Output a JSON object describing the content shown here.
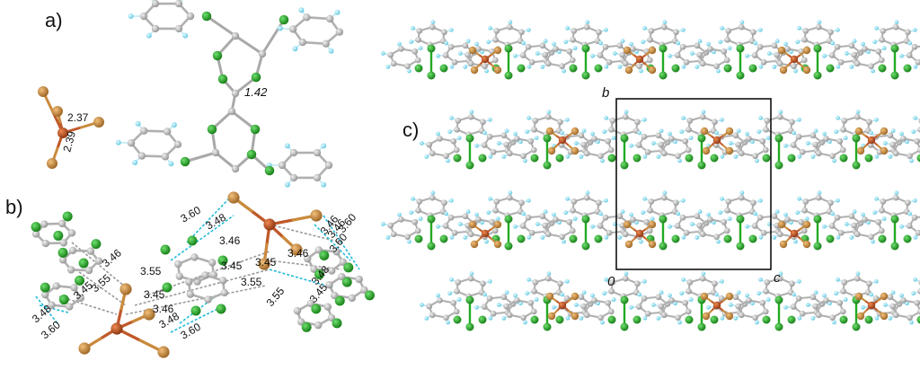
{
  "panels": {
    "a": {
      "label": "a)",
      "bond_label": "1.42",
      "anion_labels": [
        "2.37",
        "2.39"
      ]
    },
    "b": {
      "label": "b)",
      "contact_labels": [
        "3.46",
        "3.55",
        "3.45",
        "3.48",
        "3.60",
        "3.60",
        "3.48",
        "3.46",
        "3.55",
        "3.45",
        "3.45",
        "3.46",
        "3.48",
        "3.60",
        "3.46",
        "3.45",
        "3.55",
        "3.46",
        "3.60",
        "3.48",
        "3.45",
        "3.55",
        "3.46",
        "3.60"
      ]
    },
    "c": {
      "label": "c)",
      "axis_b": "b",
      "axis_o": "0",
      "axis_c": "c"
    }
  },
  "colors": {
    "carbon": "#b9b9b9",
    "chlorine": "#22aa22",
    "hydrogen": "#8ed9ee",
    "iron": "#c0582a",
    "bromine": "#c98a3c",
    "contact_gray": "#9a9a9a",
    "contact_cyan": "#22bbd8",
    "cell": "#111111"
  }
}
